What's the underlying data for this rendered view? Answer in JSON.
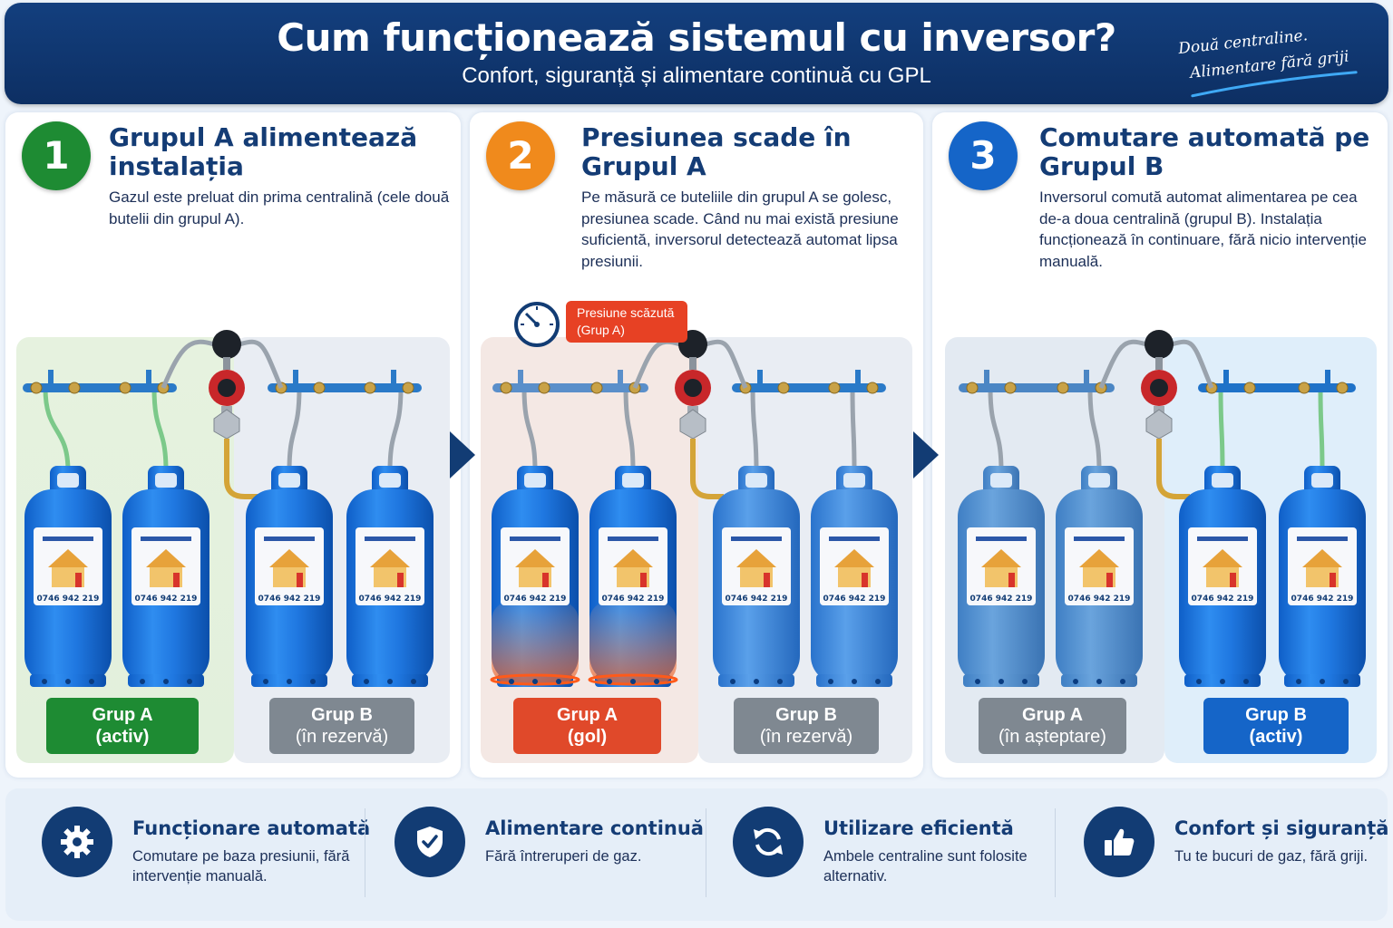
{
  "header": {
    "title": "Cum funcționează sistemul cu inversor?",
    "subtitle": "Confort, siguranță și alimentare continuă cu GPL",
    "tagline": [
      "Două centraline.",
      "Alimentare fără griji"
    ]
  },
  "steps": [
    {
      "number": "1",
      "title": "Grupul A alimentează instalația",
      "text": "Gazul este preluat din prima centralină (cele două butelii din grupul A).",
      "color": "#1e8b33",
      "groups": [
        {
          "name": "Grup A",
          "status": "(activ)",
          "state": "active"
        },
        {
          "name": "Grup B",
          "status": "(în rezervă)",
          "state": "reserve"
        }
      ]
    },
    {
      "number": "2",
      "title": "Presiunea scade în Grupul A",
      "text": "Pe măsură ce buteliile din grupul A se golesc, presiunea scade. Când nu mai există presiune suficientă, inversorul detectează automat lipsa presiunii.",
      "color": "#f08a1c",
      "alert": [
        "Presiune scăzută",
        "(Grup A)"
      ],
      "groups": [
        {
          "name": "Grup A",
          "status": "(gol)",
          "state": "empty"
        },
        {
          "name": "Grup B",
          "status": "(în rezervă)",
          "state": "reserve"
        }
      ]
    },
    {
      "number": "3",
      "title": "Comutare automată pe Grupul B",
      "text": "Inversorul comută automat alimentarea pe cea de-a doua centralină (grupul B). Instalația funcționează în continuare, fără nicio intervenție manuală.",
      "color": "#1565c8",
      "groups": [
        {
          "name": "Grup A",
          "status": "(în așteptare)",
          "state": "waiting"
        },
        {
          "name": "Grup B",
          "status": "(activ)",
          "state": "active-blue"
        }
      ]
    }
  ],
  "cylinder_phone": "0746 942 219",
  "features": [
    {
      "icon": "gear-icon",
      "title": "Funcționare automată",
      "text": "Comutare pe baza presiunii, fără intervenție manuală."
    },
    {
      "icon": "shield-check-icon",
      "title": "Alimentare continuă",
      "text": "Fără întreruperi de gaz."
    },
    {
      "icon": "refresh-icon",
      "title": "Utilizare eficientă",
      "text": "Ambele centraline sunt folosite alternativ."
    },
    {
      "icon": "thumbs-up-icon",
      "title": "Confort și siguranță",
      "text": "Tu te bucuri de gaz, fără griji."
    }
  ]
}
